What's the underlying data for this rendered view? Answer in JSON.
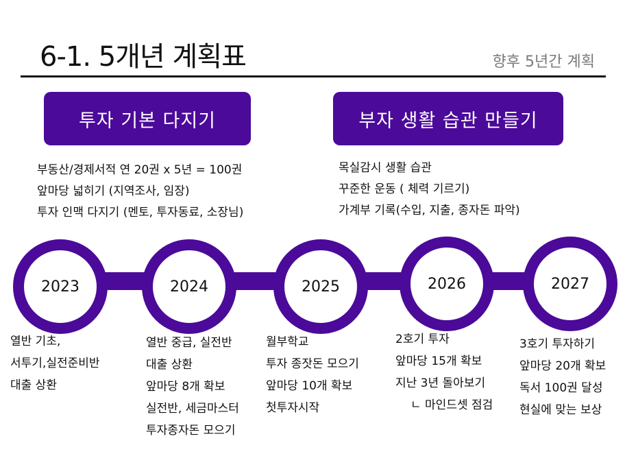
{
  "header": {
    "title": "6-1. 5개년 계획표",
    "subtitle": "향후 5년간 계획"
  },
  "sections": {
    "left": {
      "title": "투자 기본 다지기",
      "items": [
        "부동산/경제서적 연 20권 x 5년 = 100권",
        "앞마당 넓히기 (지역조사, 임장)",
        "투자 인맥 다지기 (멘토, 투자동료, 소장님)"
      ]
    },
    "right": {
      "title": "부자 생활 습관 만들기",
      "items": [
        "목실감시 생활 습관",
        "꾸준한 운동 ( 체력 기르기)",
        "가계부 기록(수입, 지출, 종자돈 파악)"
      ]
    }
  },
  "timeline": [
    {
      "year": "2023",
      "items": [
        "열반 기초,",
        "서투기,실전준비반",
        "대출 상환"
      ]
    },
    {
      "year": "2024",
      "items": [
        "열반 중급, 실전반",
        "대출 상환",
        "앞마당 8개 확보",
        "실전반, 세금마스터",
        "투자종자돈 모으기"
      ]
    },
    {
      "year": "2025",
      "items": [
        "월부학교",
        "투자 종잣돈 모으기",
        "앞마당 10개 확보",
        "첫투자시작"
      ]
    },
    {
      "year": "2026",
      "items": [
        "2호기 투자",
        "앞마당 15개 확보",
        "지난 3년 돌아보기",
        "ㄴ 마인드셋 점검"
      ]
    },
    {
      "year": "2027",
      "items": [
        "3호기 투자하기",
        "앞마당 20개 확보",
        "독서 100권 달성",
        "현실에 맞는 보상"
      ]
    }
  ],
  "colors": {
    "accent": "#4b0a99",
    "subtitle": "#7a7a7a"
  }
}
